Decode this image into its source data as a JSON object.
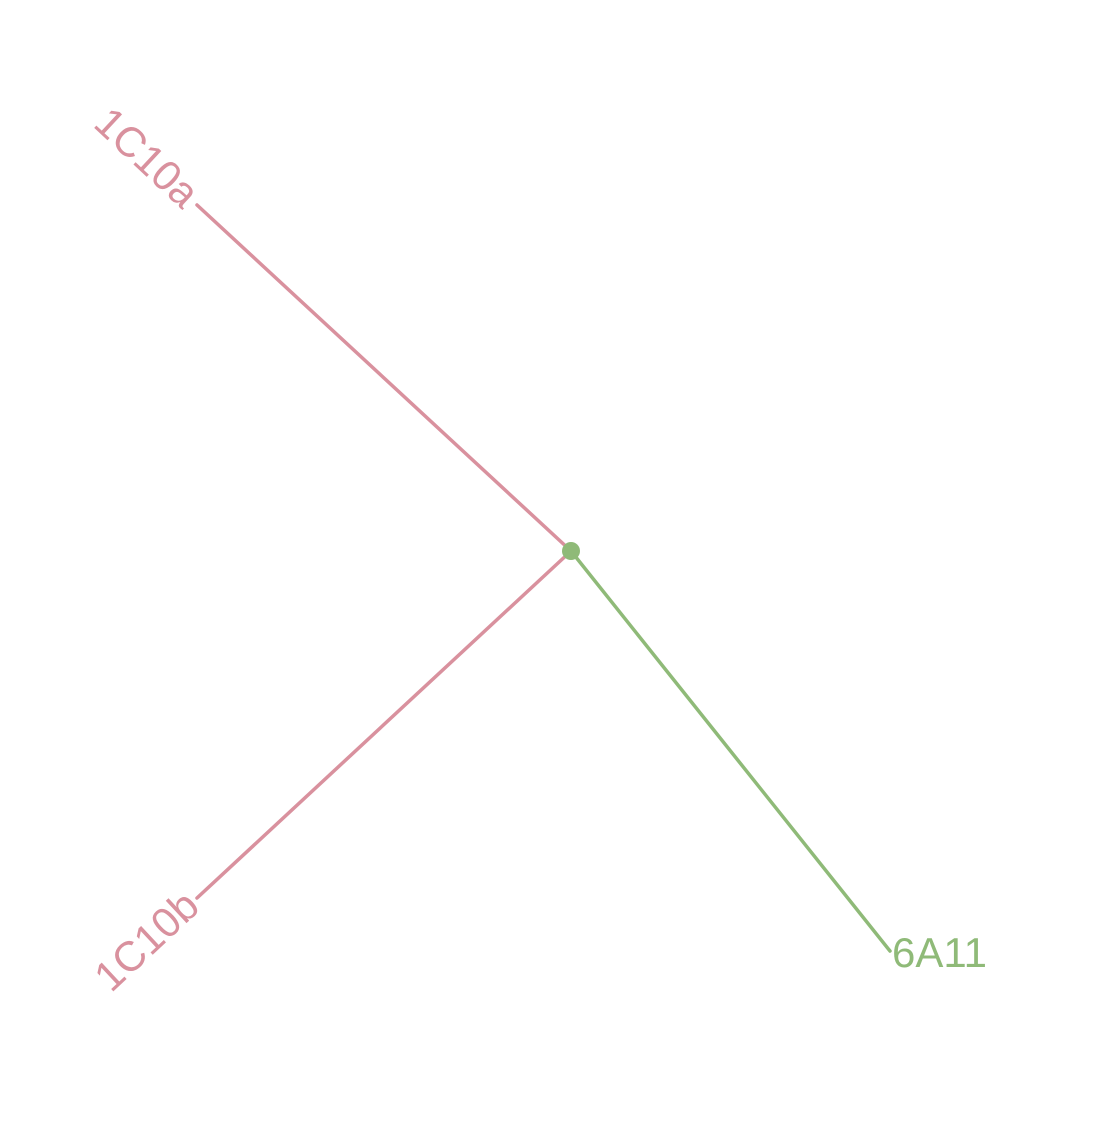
{
  "tree": {
    "type": "unrooted-tree",
    "root_node": {
      "color": "#8fba78"
    },
    "tips": [
      {
        "id": "tip-1c10a",
        "label": "1C10a",
        "color": "#d9919e"
      },
      {
        "id": "tip-1c10b",
        "label": "1C10b",
        "color": "#d9919e"
      },
      {
        "id": "tip-6a11",
        "label": "6A11",
        "color": "#8fba78"
      }
    ]
  }
}
